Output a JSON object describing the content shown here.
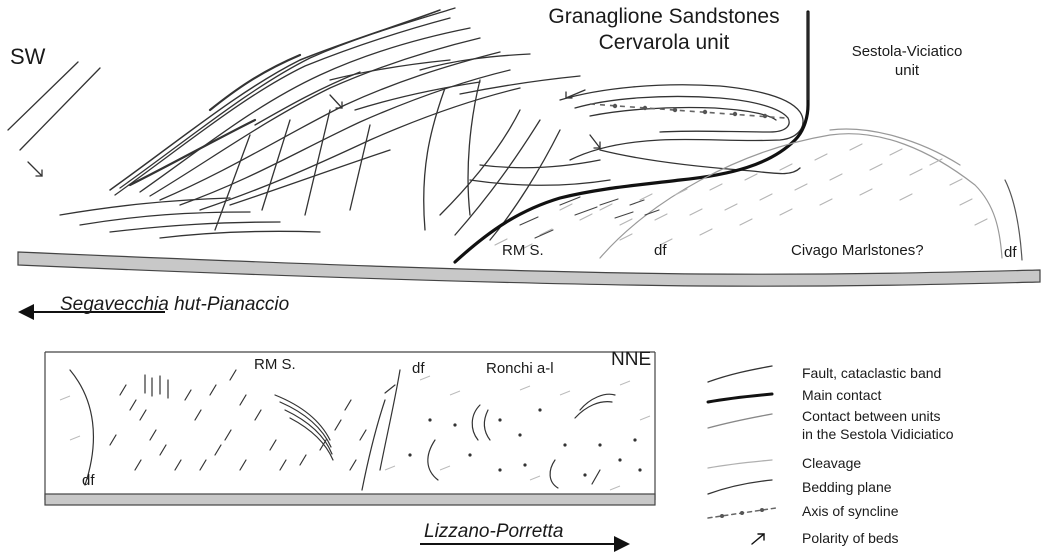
{
  "upper_section": {
    "orientation_left": "SW",
    "title_line1": "Granaglione Sandstones",
    "title_line2": "Cervarola unit",
    "sestola_line1": "Sestola-Viciatico",
    "sestola_line2": "unit",
    "rms_label": "RM S.",
    "df_label_1": "df",
    "civago_label": "Civago Marlstones?",
    "df_label_2": "df",
    "route_label": "Segavecchia hut-Pianaccio"
  },
  "lower_section": {
    "rms_label": "RM S.",
    "df_label_mid": "df",
    "ronchi_label": "Ronchi a-l",
    "orientation_right": "NNE",
    "df_label_left": "df",
    "route_label": "Lizzano-Porretta"
  },
  "legend": {
    "items": [
      {
        "label": "Fault, cataclastic band",
        "symbol": "thin-line"
      },
      {
        "label": "Main contact",
        "symbol": "thick-line"
      },
      {
        "label": "Contact between units",
        "symbol": "gray-line"
      },
      {
        "label": "in the Sestola Vidiciatico",
        "symbol": "none"
      },
      {
        "label": "Cleavage",
        "symbol": "light-gray-line"
      },
      {
        "label": "Bedding plane",
        "symbol": "thin-line"
      },
      {
        "label": "Axis of syncline",
        "symbol": "dotted-axis"
      },
      {
        "label": "Polarity of beds",
        "symbol": "arrow"
      }
    ]
  }
}
